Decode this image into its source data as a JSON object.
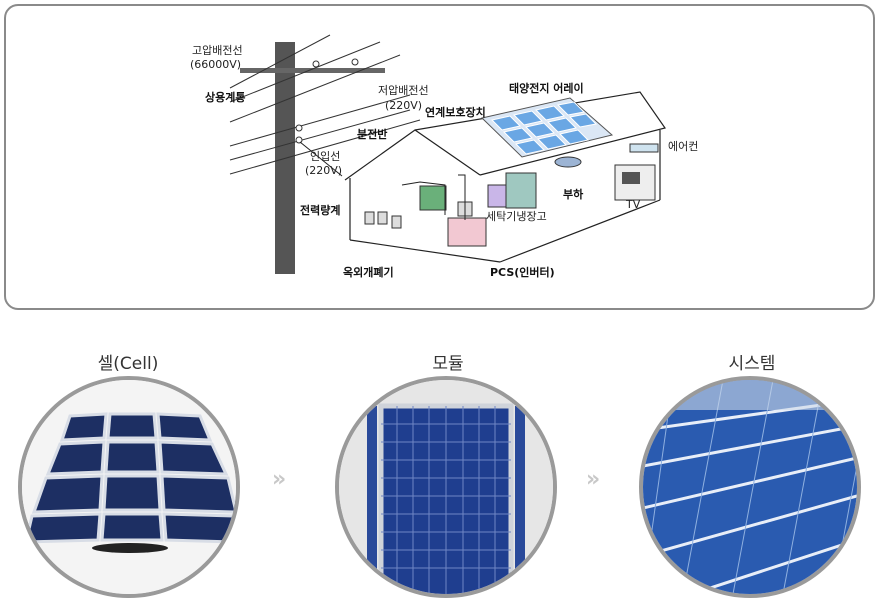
{
  "diagram": {
    "labels": {
      "high_voltage_line": "고압배전선",
      "high_voltage_value": "(66000V)",
      "commercial_grid": "상용계통",
      "low_voltage_line": "저압배전선",
      "low_voltage_value": "(220V)",
      "service_entrance": "인입선",
      "service_entrance_value": "(220V)",
      "panel_board": "분전반",
      "grid_protection": "연계보호장치",
      "solar_array": "태양전지 어레이",
      "air_conditioner": "에어컨",
      "load": "부하",
      "tv": "TV",
      "washer_fridge": "세탁기냉장고",
      "power_meter": "전력량계",
      "outdoor_switch": "옥외개폐기",
      "pcs": "PCS(인버터)"
    }
  },
  "stages": [
    {
      "title": "셀(Cell)"
    },
    {
      "title": "모듈"
    },
    {
      "title": "시스템"
    }
  ],
  "arrows": [
    "»",
    "»"
  ],
  "colors": {
    "frame_border": "#8a8a8a",
    "panel_blue": "#1e3f8c",
    "circle_border": "#9a9a9a"
  }
}
